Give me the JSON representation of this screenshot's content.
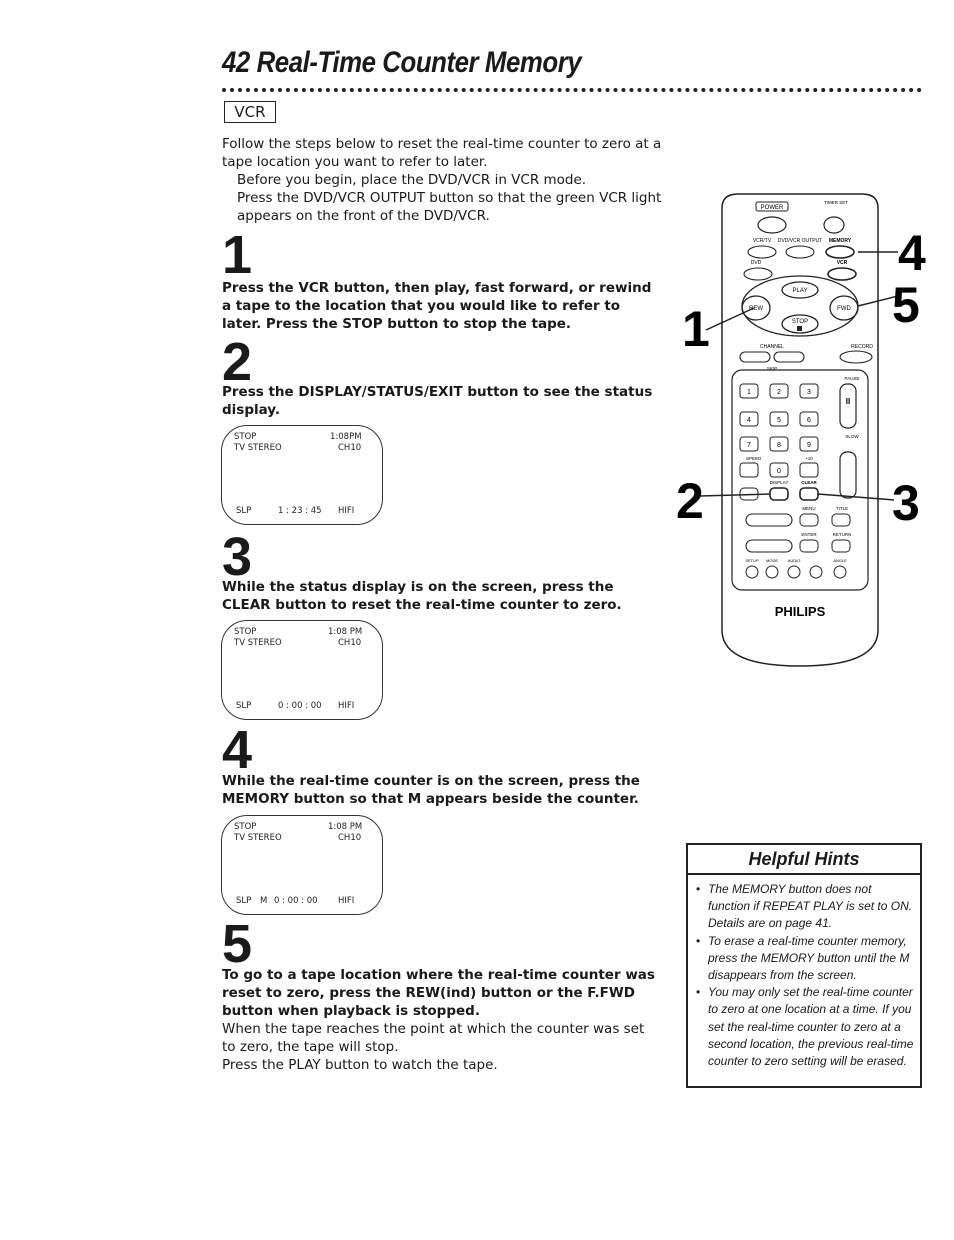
{
  "page": {
    "title": "42 Real-Time Counter Memory",
    "mode_badge": "VCR"
  },
  "intro": {
    "lead": "Follow the steps below to reset the real-time counter to zero at a tape location you want to refer to later.",
    "before": "Before you begin, place the DVD/VCR in VCR mode.",
    "press_output": "Press the DVD/VCR OUTPUT button so that the green VCR light appears on the front of the DVD/VCR."
  },
  "steps": [
    {
      "number": "1",
      "text": "Press the VCR button, then play, fast forward, or rewind a tape to the location that you would like to refer to later. Press the STOP button to stop the tape."
    },
    {
      "number": "2",
      "text": "Press the DISPLAY/STATUS/EXIT button to see the status display.",
      "display": {
        "mode": "STOP",
        "time": "1:08PM",
        "audio": "TV STEREO",
        "channel": "CH10",
        "speed": "SLP",
        "memory": "",
        "counter": "1 : 23 : 45",
        "hifi": "HIFI"
      }
    },
    {
      "number": "3",
      "text": "While the status display is on the screen, press the CLEAR button to reset the real-time counter to zero.",
      "display": {
        "mode": "STOP",
        "time": "1:08 PM",
        "audio": "TV STEREO",
        "channel": "CH10",
        "speed": "SLP",
        "memory": "",
        "counter": "0 : 00 : 00",
        "hifi": "HIFI"
      }
    },
    {
      "number": "4",
      "text": "While the real-time counter is on the screen, press the MEMORY button so that M appears beside the counter.",
      "display": {
        "mode": "STOP",
        "time": "1:08 PM",
        "audio": "TV STEREO",
        "channel": "CH10",
        "speed": "SLP",
        "memory": "M",
        "counter": "0 : 00 : 00",
        "hifi": "HIFI"
      }
    },
    {
      "number": "5",
      "text": "To go to a tape location where the real-time counter was reset to zero, press the REW(ind) button or the F.FWD button when playback is stopped.",
      "body": [
        "When the tape reaches the point at which the counter was set to zero, the tape will stop.",
        "Press the PLAY button to watch the tape."
      ]
    }
  ],
  "remote": {
    "brand": "PHILIPS",
    "callouts": {
      "left_1": "1",
      "left_2": "2",
      "right_3": "3",
      "right_4": "4",
      "right_5": "5"
    },
    "labels": {
      "power": "POWER",
      "timer_set": "TIMER SET",
      "vcr_tv": "VCR/TV",
      "output": "DVD/VCR OUTPUT",
      "memory": "MEMORY",
      "dvd": "DVD",
      "vcr": "VCR",
      "play": "PLAY",
      "rew": "REW",
      "ffwd": "FWD",
      "stop": "STOP",
      "channel": "CHANNEL",
      "record": "RECORD",
      "skip": "SKIP",
      "pause": "PAUSE",
      "slow": "SLOW",
      "speed": "SPEED",
      "plus10": "+10",
      "clear": "CLEAR",
      "display": "DISPLAY",
      "menu": "MENU",
      "title": "TITLE",
      "enter": "ENTER",
      "return": "RETURN",
      "setup": "SETUP",
      "mode": "MODE",
      "audio": "AUDIO",
      "angle": "ANGLE",
      "digits": [
        "1",
        "2",
        "3",
        "4",
        "5",
        "6",
        "7",
        "8",
        "9",
        "0"
      ]
    }
  },
  "hints": {
    "title": "Helpful Hints",
    "items": [
      "The MEMORY button does not function if REPEAT PLAY is set to ON. Details are on page 41.",
      "To erase a real-time counter memory, press the MEMORY button until the M disappears from the screen.",
      "You may only set the real-time counter to zero at one location at a time. If you set the real-time counter to zero at a second location, the previous real-time counter to zero setting will be erased."
    ]
  }
}
